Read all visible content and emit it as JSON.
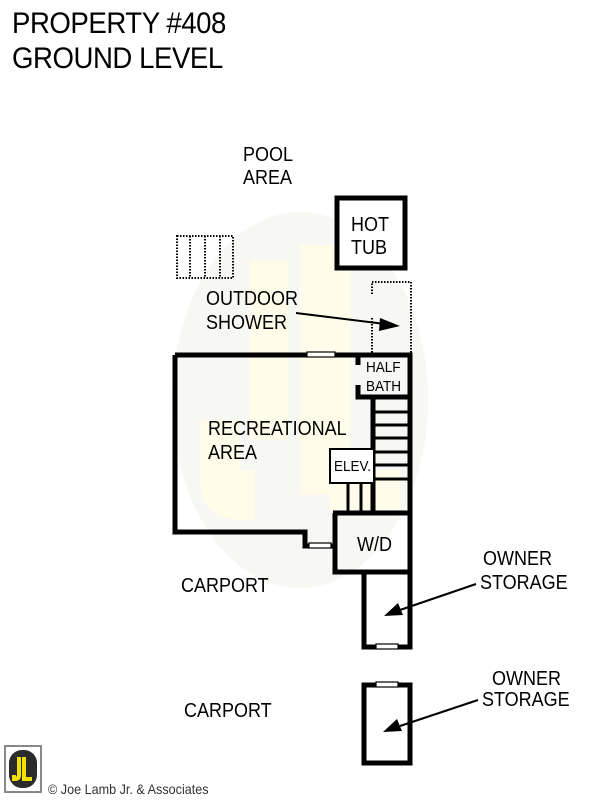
{
  "header": {
    "title_line1": "PROPERTY #408",
    "title_line2": "GROUND LEVEL"
  },
  "rooms": {
    "pool_area_1": "POOL",
    "pool_area_2": "AREA",
    "hot_tub_1": "HOT",
    "hot_tub_2": "TUB",
    "outdoor_shower_1": "OUTDOOR",
    "outdoor_shower_2": "SHOWER",
    "half_bath_1": "HALF",
    "half_bath_2": "BATH",
    "recreational_1": "RECREATIONAL",
    "recreational_2": "AREA",
    "elevator": "ELEV.",
    "washer_dryer": "W/D",
    "carport_upper": "CARPORT",
    "carport_lower": "CARPORT",
    "owner_storage_upper_1": "OWNER",
    "owner_storage_upper_2": "STORAGE",
    "owner_storage_lower_1": "OWNER",
    "owner_storage_lower_2": "STORAGE"
  },
  "watermark": {
    "text": "JL",
    "color": "#fdfbe3"
  },
  "footer": {
    "logo_text": "JL",
    "logo_bg": "#2b2b2b",
    "logo_fg": "#f2e000",
    "copyright": "© Joe Lamb Jr. & Associates"
  }
}
